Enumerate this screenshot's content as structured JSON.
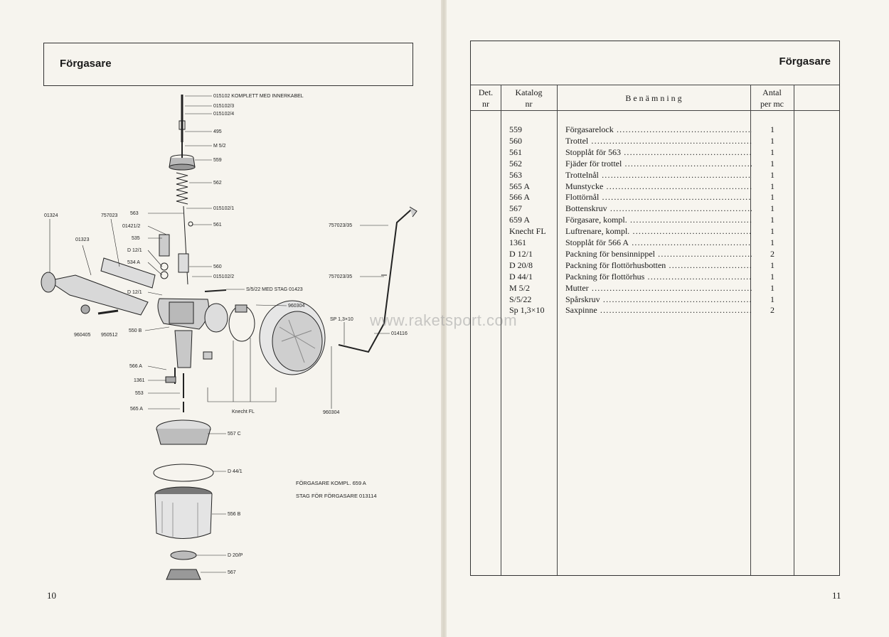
{
  "left_page": {
    "header_title": "Förgasare",
    "page_number": "10",
    "diagram_labels": {
      "kabel1": "015102 KOMPLETT MED INNERKABEL",
      "kabel2": "015102/3",
      "kabel3": "015102/4",
      "p495": "495",
      "m52": "M 5/2",
      "p559": "559",
      "p562": "562",
      "p015102_1": "015102/1",
      "p561": "561",
      "p560": "560",
      "p015102_2": "015102/2",
      "s522": "S/5/22 MED STAG 01423",
      "p960304a": "960304",
      "p563": "563",
      "p01421_2": "01421/2",
      "p535": "535",
      "d12_1a": "D 12/1",
      "p534a": "534 A",
      "d12_1b": "D 12/1",
      "p01324": "01324",
      "p757023": "757023",
      "p01323": "01323",
      "p960405": "960405",
      "p950512": "950512",
      "p550b": "550 B",
      "p566a": "566 A",
      "p1361": "1361",
      "p553": "553",
      "p565a": "565 A",
      "p557c": "557 C",
      "d44_1": "D 44/1",
      "p556b": "556 B",
      "d20_p": "D 20/P",
      "p567": "567",
      "knecht": "Knecht FL",
      "p960304b": "960304",
      "p757023_35a": "757023/35",
      "p757023_35b": "757023/35",
      "sp13x10": "SP 1,3×10",
      "p014116": "014116",
      "note1": "FÖRGASARE KOMPL. 659 A",
      "note2": "STAG FÖR FÖRGASARE 013114"
    },
    "watermark": "www.raketsport.com"
  },
  "right_page": {
    "header_title": "Förgasare",
    "page_number": "11",
    "columns": {
      "det_line1": "Det.",
      "det_line2": "nr",
      "kat_line1": "Katalog",
      "kat_line2": "nr",
      "benamning": "B e n ä m n i n g",
      "antal_line1": "Antal",
      "antal_line2": "per mc"
    },
    "rows": [
      {
        "cat": "559",
        "name": "Förgasarelock",
        "qty": "1"
      },
      {
        "cat": "560",
        "name": "Trottel",
        "qty": "1"
      },
      {
        "cat": "561",
        "name": "Stopplåt för 563",
        "qty": "1"
      },
      {
        "cat": "562",
        "name": "Fjäder för trottel",
        "qty": "1"
      },
      {
        "cat": "563",
        "name": "Trottelnål",
        "qty": "1"
      },
      {
        "cat": "565 A",
        "name": "Munstycke",
        "qty": "1"
      },
      {
        "cat": "566 A",
        "name": "Flottörnål",
        "qty": "1"
      },
      {
        "cat": "567",
        "name": "Bottenskruv",
        "qty": "1"
      },
      {
        "cat": "659 A",
        "name": "Förgasare, kompl.",
        "qty": "1"
      },
      {
        "cat": "Knecht FL",
        "name": "Luftrenare, kompl.",
        "qty": "1"
      },
      {
        "cat": "1361",
        "name": "Stopplåt för 566 A",
        "qty": "1"
      },
      {
        "cat": "D 12/1",
        "name": "Packning för bensinnippel",
        "qty": "2"
      },
      {
        "cat": "D 20/8",
        "name": "Packning för flottörhusbotten",
        "qty": "1"
      },
      {
        "cat": "D 44/1",
        "name": "Packning för flottörhus",
        "qty": "1"
      },
      {
        "cat": "M 5/2",
        "name": "Mutter",
        "qty": "1"
      },
      {
        "cat": "S/5/22",
        "name": "Spårskruv",
        "qty": "1"
      },
      {
        "cat": "Sp 1,3×10",
        "name": "Saxpinne",
        "qty": "2"
      }
    ]
  }
}
